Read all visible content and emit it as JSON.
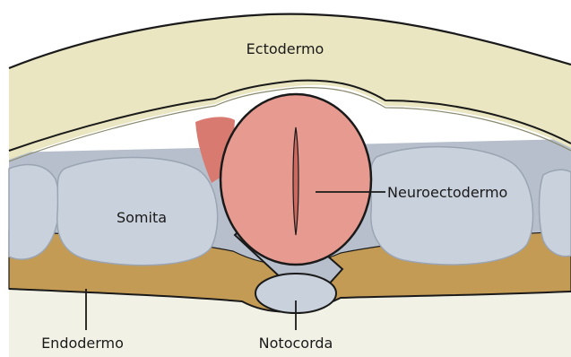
{
  "labels": {
    "ectoderm": "Ectodermo",
    "somite": "Somita",
    "neuroectoderm": "Neuroectodermo",
    "endoderm": "Endodermo",
    "notochord": "Notocorda"
  },
  "colors": {
    "background": "#ffffff",
    "ectoderm": "#ebe6c2",
    "somite": "#c9d1dc",
    "mesoderm_back": "#b6bfcb",
    "neuroectoderm": "#e79a90",
    "neural_crest": "#d97a70",
    "mesenchyme": "#c49b54",
    "endoderm": "#f2f1e6",
    "outline": "#1a1a1a"
  }
}
